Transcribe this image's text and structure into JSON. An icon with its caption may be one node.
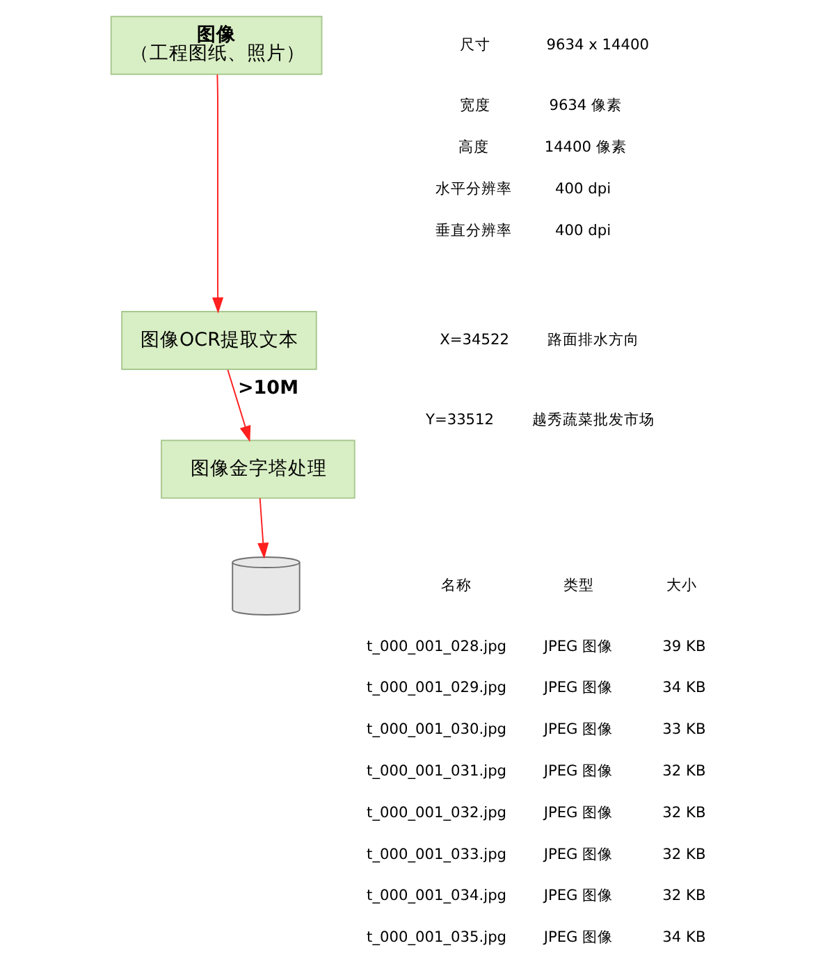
{
  "diagram": {
    "nodes": [
      {
        "text": [
          "图像",
          "（工程图纸、照片）"
        ]
      },
      {
        "text": [
          "图像OCR提取文本"
        ]
      },
      {
        "text": [
          "图像金字塔处理"
        ]
      },
      {
        "text": [],
        "shape": "cylinder"
      }
    ],
    "edges": [
      {
        "from": 0,
        "to": 1,
        "arrow": "to"
      },
      {
        "from": 1,
        "to": 2,
        "arrow": "to",
        "label": ">10M"
      },
      {
        "from": 2,
        "to": 3,
        "arrow": "to"
      }
    ],
    "labels": [
      "尺寸",
      "9634 x 14400",
      "宽度",
      "9634 像素",
      "高度",
      "14400 像素",
      "水平分辨率",
      "400 dpi",
      "垂直分辨率",
      "400 dpi",
      "X=34522",
      "路面排水方向",
      "Y=33512",
      "越秀蔬菜批发市场",
      "名称",
      "类型",
      "大小",
      "t_000_001_028.jpg",
      "JPEG 图像",
      "39 KB",
      "t_000_001_029.jpg",
      "JPEG 图像",
      "34 KB",
      "t_000_001_030.jpg",
      "JPEG 图像",
      "33 KB",
      "t_000_001_031.jpg",
      "JPEG 图像",
      "32 KB",
      "t_000_001_032.jpg",
      "JPEG 图像",
      "32 KB",
      "t_000_001_033.jpg",
      "JPEG 图像",
      "32 KB",
      "t_000_001_034.jpg",
      "JPEG 图像",
      "32 KB",
      "t_000_001_035.jpg",
      "JPEG 图像",
      "34 KB"
    ]
  }
}
